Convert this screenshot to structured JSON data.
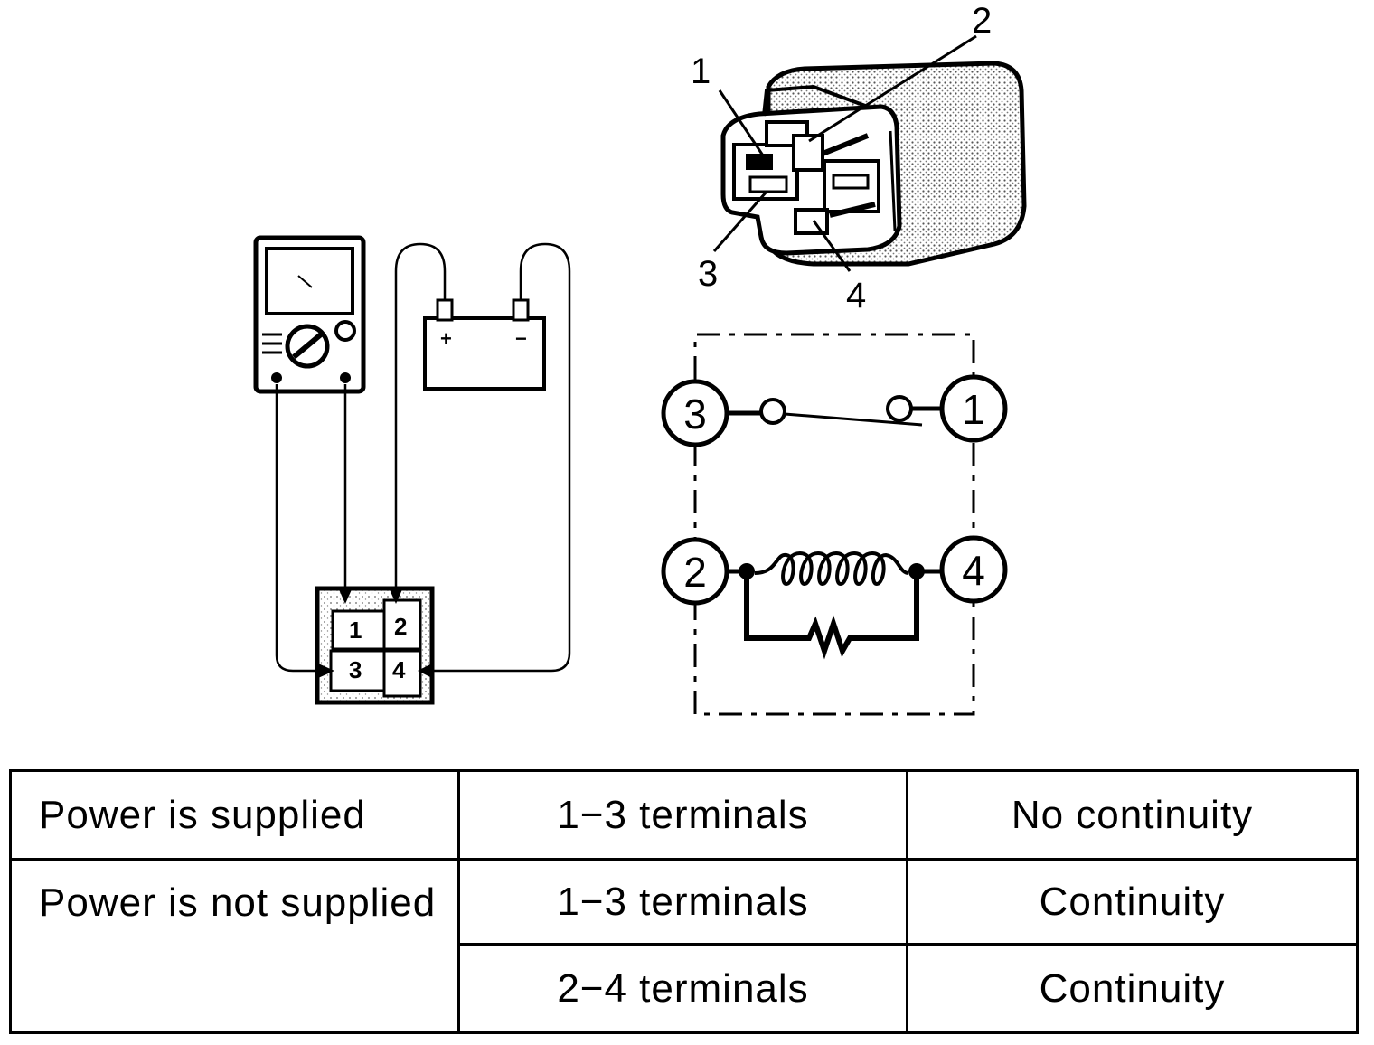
{
  "relay_pins": [
    "1",
    "2",
    "3",
    "4"
  ],
  "connector_pins": [
    "1",
    "2",
    "3",
    "4"
  ],
  "schematic_terminals": [
    "3",
    "1",
    "2",
    "4"
  ],
  "battery": {
    "positive": "+",
    "negative": "−"
  },
  "table": {
    "rows": [
      {
        "condition": "Power is supplied",
        "terminals": "1−3 terminals",
        "result": "No continuity"
      },
      {
        "condition": "Power is not supplied",
        "terminals": "1−3 terminals",
        "result": "Continuity"
      },
      {
        "condition": "",
        "terminals": "2−4 terminals",
        "result": "Continuity"
      }
    ]
  }
}
